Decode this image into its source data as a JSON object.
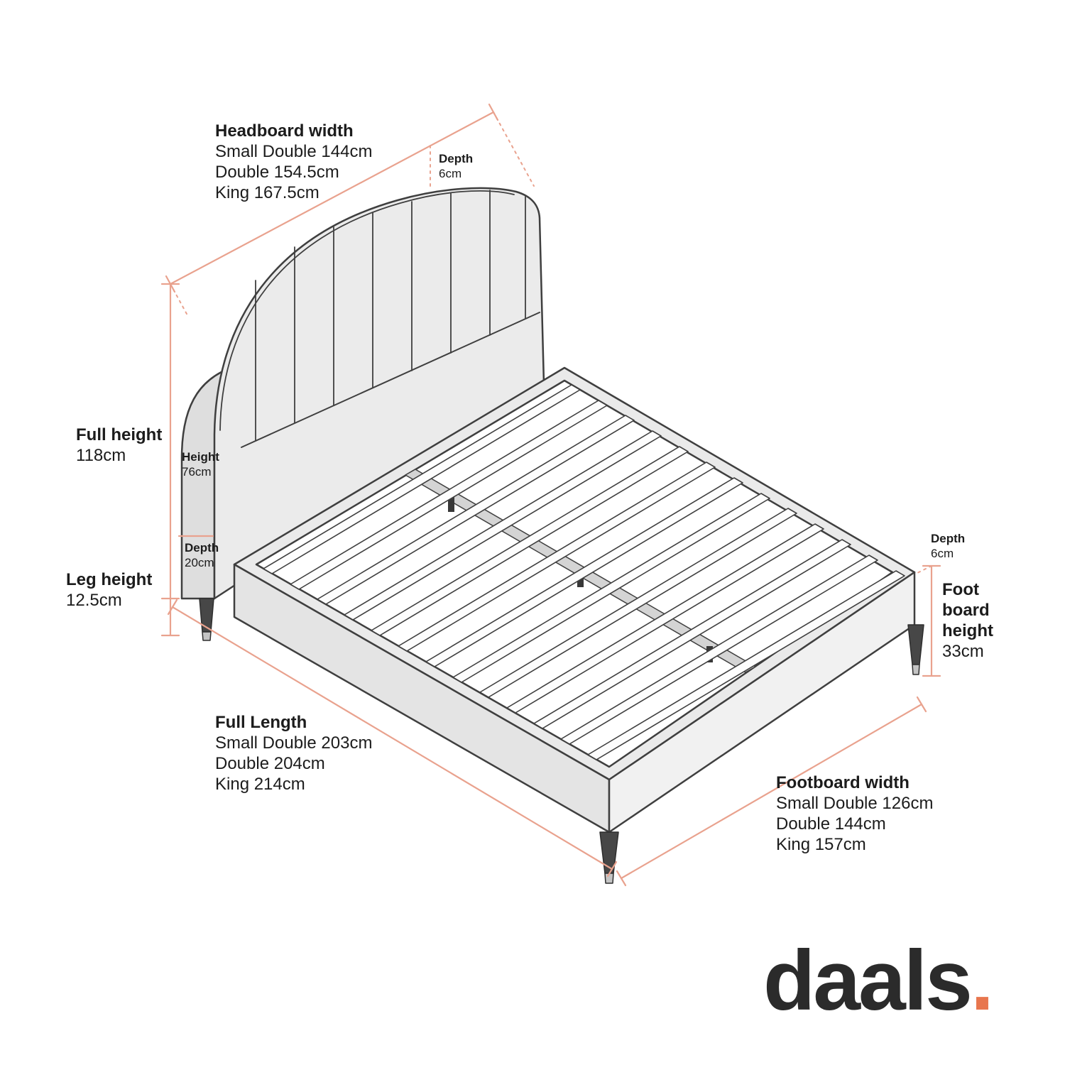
{
  "colors": {
    "dimension_line": "#E9A28E",
    "logo_dot": "#E8764E",
    "drawing_outline": "#3F3F3F",
    "drawing_fill": "#E9E9E9"
  },
  "diagram": {
    "headboard_width": {
      "title": "Headboard width",
      "lines": [
        "Small Double 144cm",
        "Double 154.5cm",
        "King 167.5cm"
      ]
    },
    "depth_top": {
      "title": "Depth",
      "value": "6cm"
    },
    "full_height": {
      "title": "Full height",
      "value": "118cm"
    },
    "headboard_height": {
      "title": "Height",
      "value": "76cm"
    },
    "headboard_depth": {
      "title": "Depth",
      "value": "20cm"
    },
    "leg_height": {
      "title": "Leg height",
      "value": "12.5cm"
    },
    "full_length": {
      "title": "Full Length",
      "lines": [
        "Small Double 203cm",
        "Double 204cm",
        "King 214cm"
      ]
    },
    "depth_right": {
      "title": "Depth",
      "value": "6cm"
    },
    "footboard_height": {
      "title": "Foot board height",
      "value": "33cm"
    },
    "footboard_width": {
      "title": "Footboard width",
      "lines": [
        "Small Double 126cm",
        "Double 144cm",
        "King 157cm"
      ]
    }
  },
  "logo": {
    "text": "daals",
    "dot": "."
  }
}
